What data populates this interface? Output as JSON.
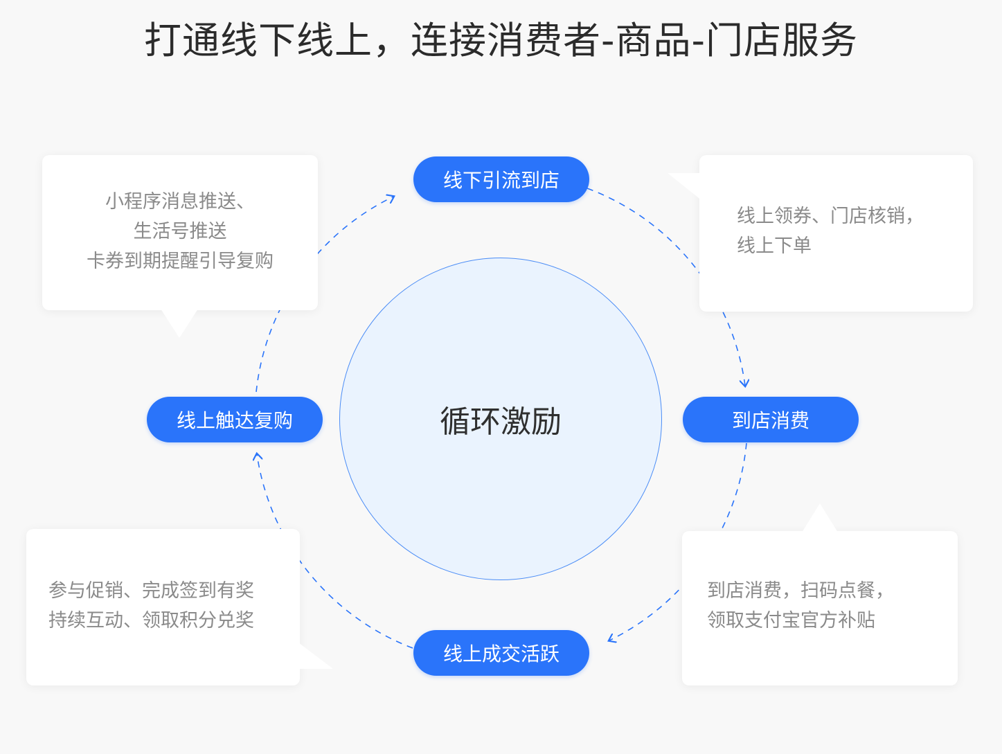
{
  "title": "打通线下线上，连接消费者-商品-门店服务",
  "center": "循环激励",
  "colors": {
    "accent": "#2a74fa",
    "circle_fill": "#eaf3fe",
    "circle_border": "#4a8cf6",
    "card_text": "#8a8a8a"
  },
  "nodes": {
    "top": "线下引流到店",
    "right": "到店消费",
    "bottom": "线上成交活跃",
    "left": "线上触达复购"
  },
  "cards": {
    "top_left": [
      "小程序消息推送、",
      "生活号推送",
      "卡券到期提醒引导复购"
    ],
    "top_right": [
      "线上领券、门店核销，",
      "线上下单"
    ],
    "bottom_right": [
      "到店消费，扫码点餐，",
      "领取支付宝官方补贴"
    ],
    "bottom_left": [
      "参与促销、完成签到有奖",
      "持续互动、领取积分兑奖"
    ]
  }
}
